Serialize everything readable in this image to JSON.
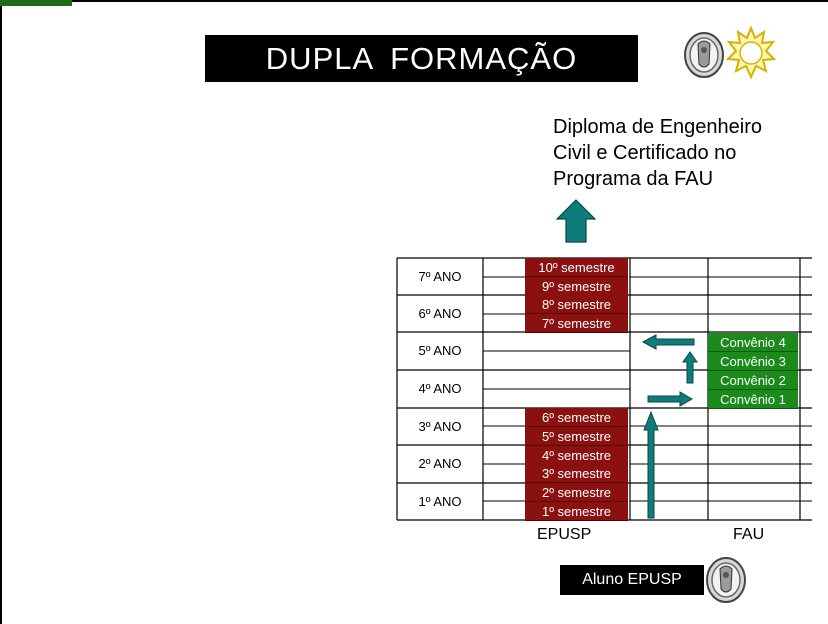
{
  "title": "DUPLA  FORMAÇÃO",
  "result_lines": [
    "Diploma de Engenheiro",
    "Civil e Certificado no",
    "Programa da FAU"
  ],
  "years": [
    "7º ANO",
    "6º ANO",
    "5º ANO",
    "4º ANO",
    "3º ANO",
    "2º ANO",
    "1º ANO"
  ],
  "epusp_cells": [
    "10º semestre",
    "9º semestre",
    "8º semestre",
    "7º semestre",
    "6º semestre",
    "5º semestre",
    "4º semestre",
    "3º semestre",
    "2º semestre",
    "1º semestre"
  ],
  "fau_cells": [
    "Convênio 4",
    "Convênio 3",
    "Convênio 2",
    "Convênio 1"
  ],
  "columns": [
    "EPUSP",
    "FAU"
  ],
  "aluno_label": "Aluno EPUSP",
  "colors": {
    "epusp": "#8b1010",
    "fau": "#1a8a1a",
    "arrow": "#0f7b7b",
    "title_bg": "#000000"
  },
  "icons": [
    "university-seal-icon",
    "sun-seal-icon"
  ]
}
